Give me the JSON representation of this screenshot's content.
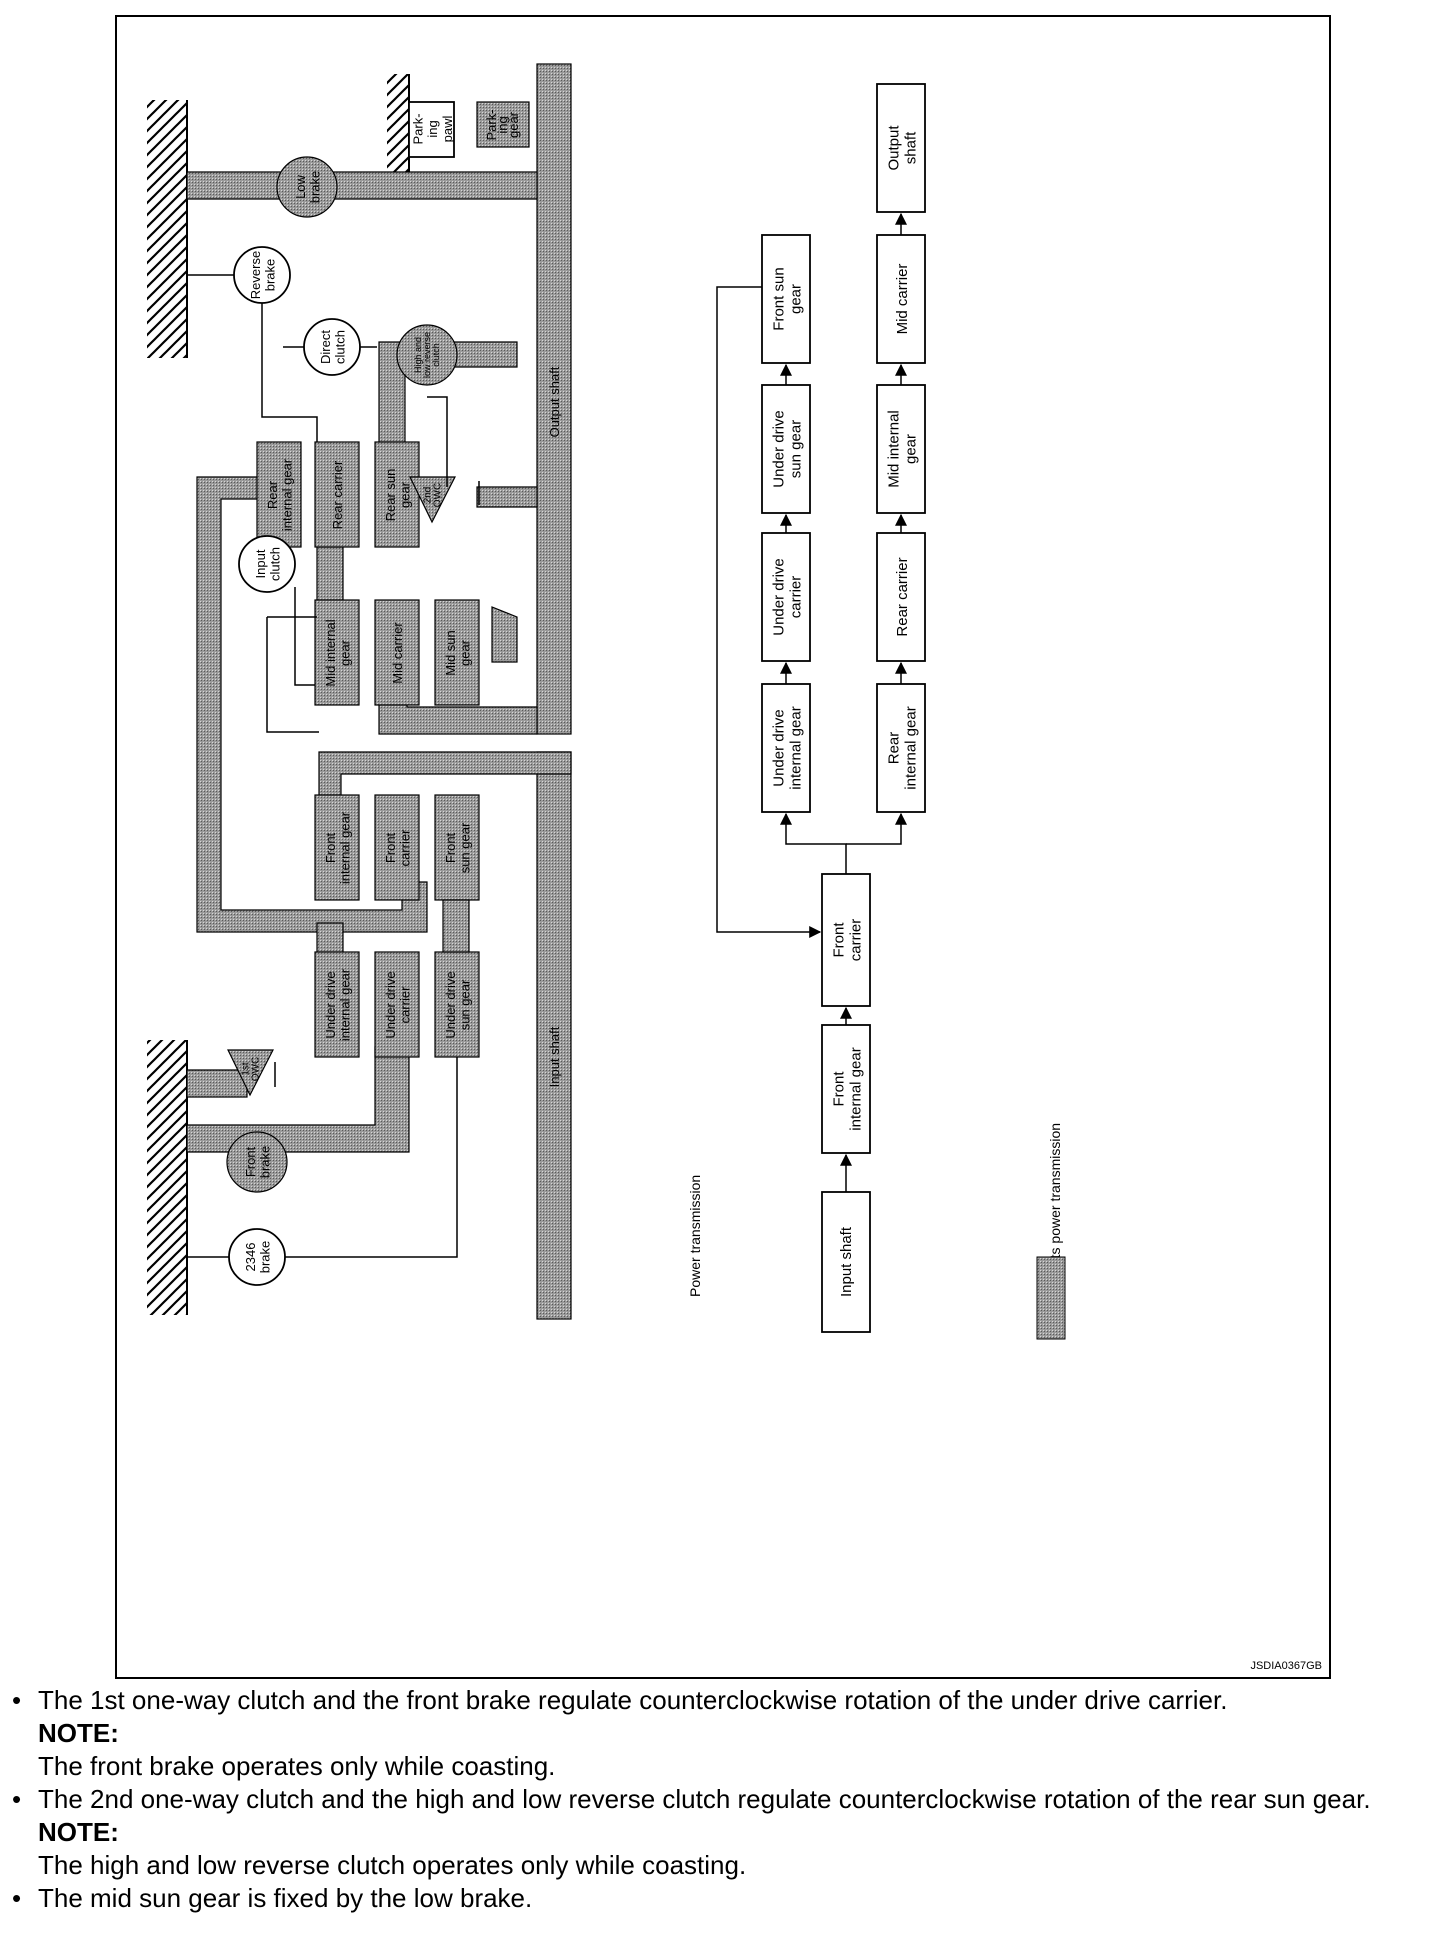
{
  "diagram": {
    "caption_left": "Power transmission",
    "legend": ": Affects power transmission",
    "figure_id": "JSDIA0367GB",
    "components": {
      "parking_pawl": [
        "Park-",
        "ing",
        "pawl"
      ],
      "parking_gear": [
        "Park-",
        "ing",
        "gear"
      ],
      "low_brake": [
        "Low",
        "brake"
      ],
      "reverse_brake": [
        "Reverse",
        "brake"
      ],
      "direct_clutch": [
        "Direct",
        "clutch"
      ],
      "hlr_clutch": [
        "High and",
        "low reverse",
        "clutch"
      ],
      "output_shaft": "Output shaft",
      "rear_internal_gear": [
        "Rear",
        "internal gear"
      ],
      "rear_carrier": "Rear carrier",
      "rear_sun_gear": [
        "Rear sun",
        "gear"
      ],
      "owc_2nd": [
        "2nd",
        "OWC"
      ],
      "input_clutch": [
        "Input",
        "clutch"
      ],
      "mid_internal_gear": [
        "Mid internal",
        "gear"
      ],
      "mid_carrier": "Mid carrier",
      "mid_sun_gear": [
        "Mid sun",
        "gear"
      ],
      "front_internal_gear": [
        "Front",
        "internal gear"
      ],
      "front_carrier": [
        "Front",
        "carrier"
      ],
      "front_sun_gear": [
        "Front",
        "sun gear"
      ],
      "ud_internal_gear": [
        "Under drive",
        "internal gear"
      ],
      "ud_carrier": [
        "Under drive",
        "carrier"
      ],
      "ud_sun_gear": [
        "Under drive",
        "sun gear"
      ],
      "owc_1st": [
        "1st",
        "OWC"
      ],
      "front_brake": [
        "Front",
        "brake"
      ],
      "brake_2346": [
        "2346",
        "brake"
      ],
      "input_shaft": "Input shaft"
    },
    "flow": {
      "input_shaft": "Input shaft",
      "front_internal_gear": [
        "Front",
        "internal gear"
      ],
      "front_carrier": [
        "Front",
        "carrier"
      ],
      "ud_internal_gear": [
        "Under drive",
        "internal gear"
      ],
      "ud_carrier": [
        "Under drive",
        "carrier"
      ],
      "ud_sun_gear": [
        "Under drive",
        "sun gear"
      ],
      "front_sun_gear": [
        "Front sun",
        "gear"
      ],
      "rear_internal_gear": [
        "Rear",
        "internal gear"
      ],
      "rear_carrier": "Rear carrier",
      "mid_internal_gear": [
        "Mid internal",
        "gear"
      ],
      "mid_carrier": "Mid carrier",
      "output_shaft": [
        "Output",
        "shaft"
      ]
    }
  },
  "notes": {
    "bullet1": "The 1st one-way clutch and the front brake regulate counterclockwise rotation of the under drive carrier.",
    "note_label1": "NOTE:",
    "note1": "The front brake operates only while coasting.",
    "bullet2": "The 2nd one-way clutch and the high and low reverse clutch regulate counterclockwise rotation of the rear sun gear.",
    "note_label2": "NOTE:",
    "note2": "The high and low reverse clutch operates only while coasting.",
    "bullet3": "The mid sun gear is fixed by the low brake."
  }
}
